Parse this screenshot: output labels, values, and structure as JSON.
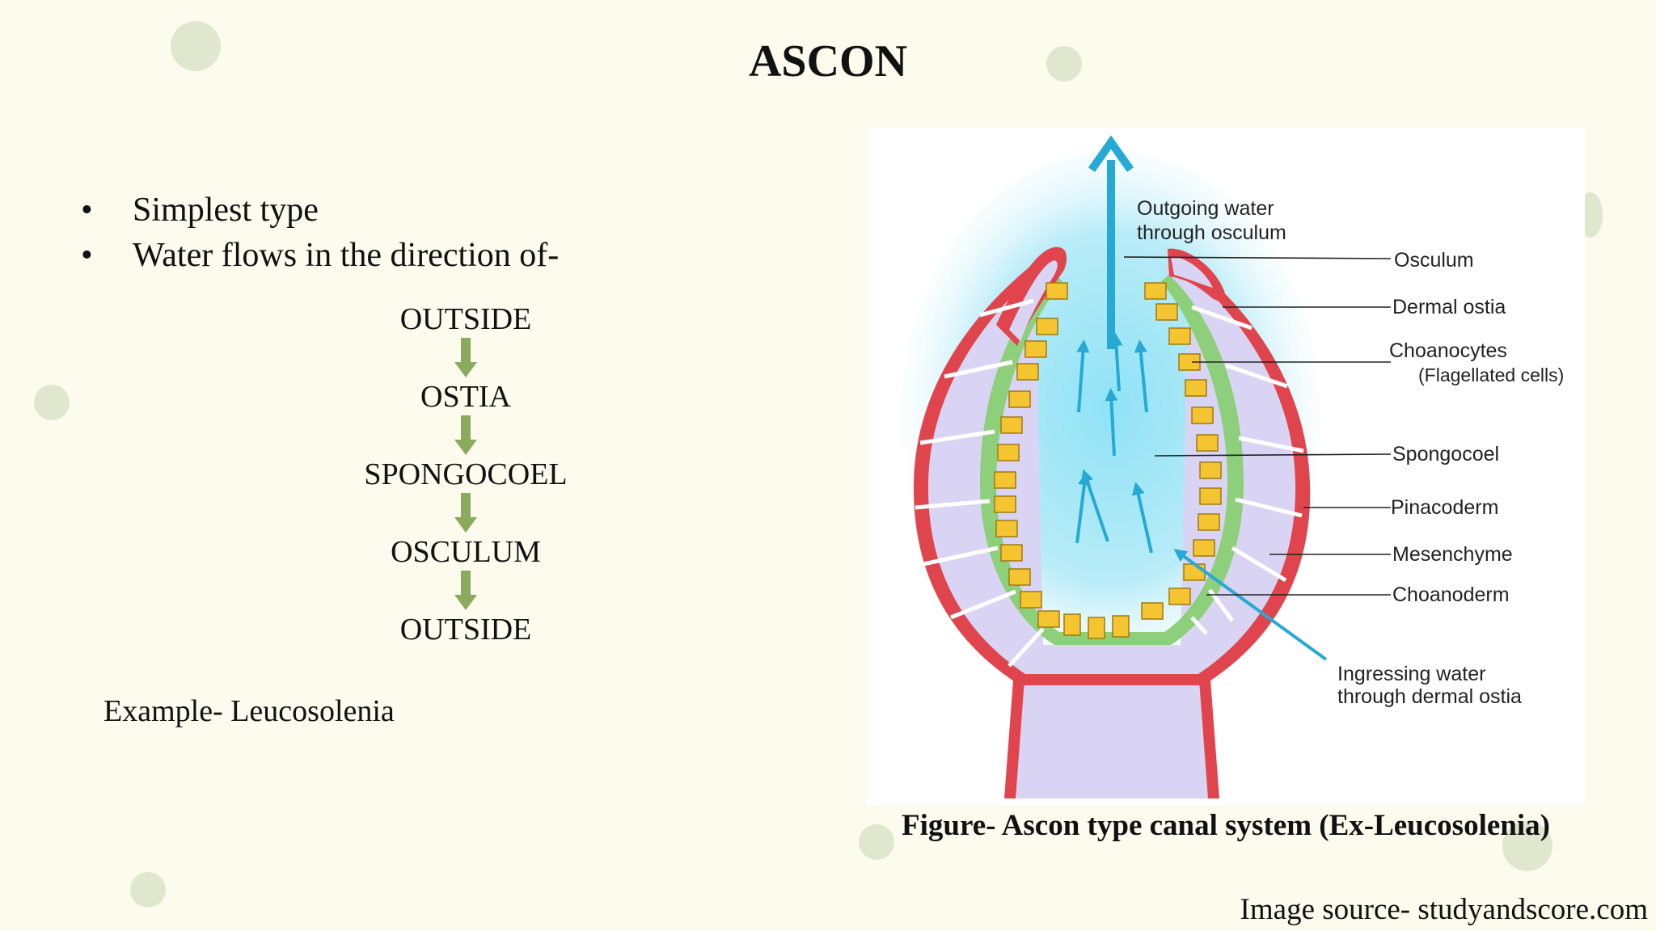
{
  "slide": {
    "title": "ASCON",
    "bullets": [
      "Simplest type",
      "Water flows in the direction of-"
    ],
    "bullet_symbol": "•",
    "flow_steps": [
      "OUTSIDE",
      "OSTIA",
      "SPONGOCOEL",
      "OSCULUM",
      "OUTSIDE"
    ],
    "example": "Example- Leucosolenia",
    "caption": "Figure- Ascon type canal system (Ex-Leucosolenia)",
    "source": "Image source- studyandscore.com"
  },
  "diagram": {
    "outgoing_label": [
      "Outgoing water",
      "through osculum"
    ],
    "labels": {
      "osculum": "Osculum",
      "dermal_ostia": "Dermal ostia",
      "choanocytes": "Choanocytes",
      "flagellated": "(Flagellated cells)",
      "spongocoel": "Spongocoel",
      "pinacoderm": "Pinacoderm",
      "mesenchyme": "Mesenchyme",
      "choanoderm": "Choanoderm"
    },
    "ingressing_label": [
      "Ingressing water",
      "through dermal ostia"
    ]
  },
  "colors": {
    "background": "#fdfaee",
    "decor_dot": "#dfe8cf",
    "flow_arrow": "#8aab5e",
    "pinacoderm": "#e0454d",
    "mesenchyme": "#d9d4f4",
    "choanoderm": "#8dcf7a",
    "choanocyte": "#f5c431",
    "water": "#26a9d4"
  }
}
